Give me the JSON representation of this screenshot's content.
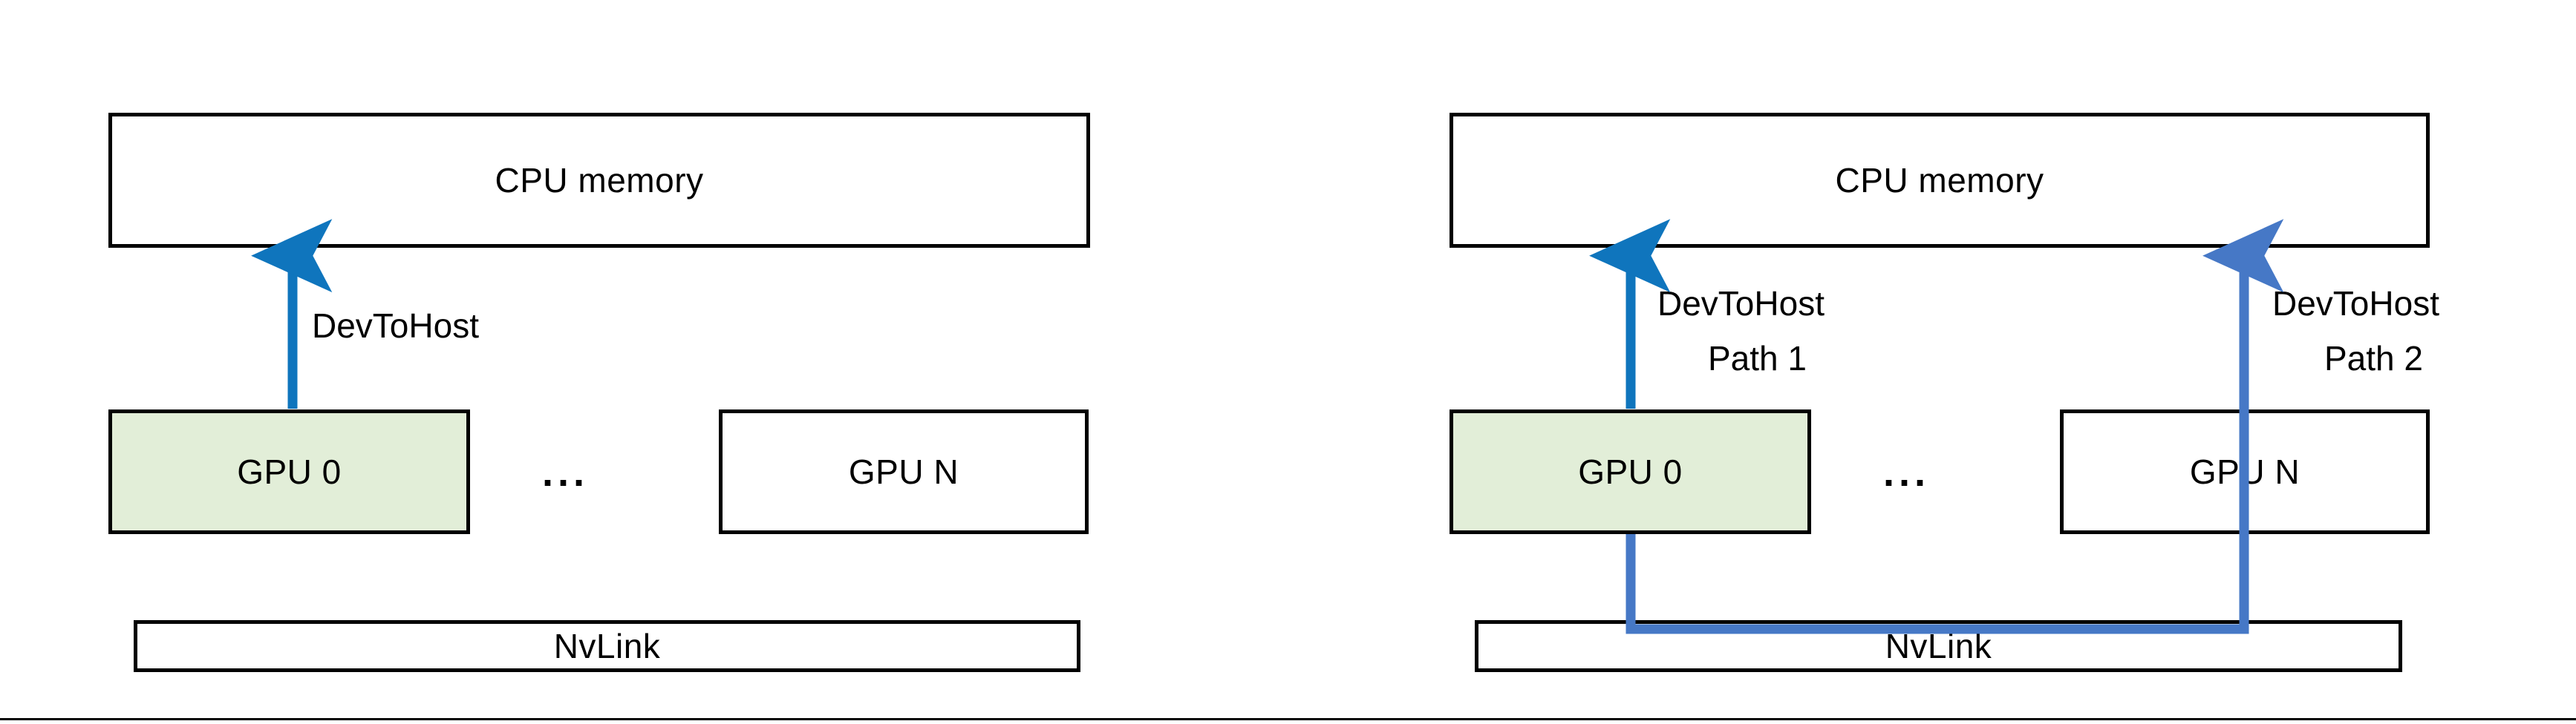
{
  "figure": {
    "background": "#ffffff",
    "accent_blue_primary": "#0f75bd",
    "accent_blue_secondary": "#4678c6",
    "gpu_highlight_fill": "#e2eed8",
    "stroke": "#000000"
  },
  "left_panel": {
    "name": "single-path-dev-to-host",
    "cpu_memory": {
      "label": "CPU memory"
    },
    "gpu_zero": {
      "label": "GPU 0"
    },
    "gpu_n": {
      "label": "GPU N"
    },
    "ellipsis": "...",
    "nvlink": {
      "label": "NvLink"
    },
    "arrow_label": "DevToHost"
  },
  "right_panel": {
    "name": "dual-path-dev-to-host",
    "cpu_memory": {
      "label": "CPU memory"
    },
    "gpu_zero": {
      "label": "GPU 0"
    },
    "gpu_n": {
      "label": "GPU N"
    },
    "ellipsis": "...",
    "nvlink": {
      "label": "NvLink"
    },
    "path1_label_line1": "DevToHost",
    "path1_label_line2": "Path 1",
    "path2_label_line1": "DevToHost",
    "path2_label_line2": "Path 2"
  }
}
